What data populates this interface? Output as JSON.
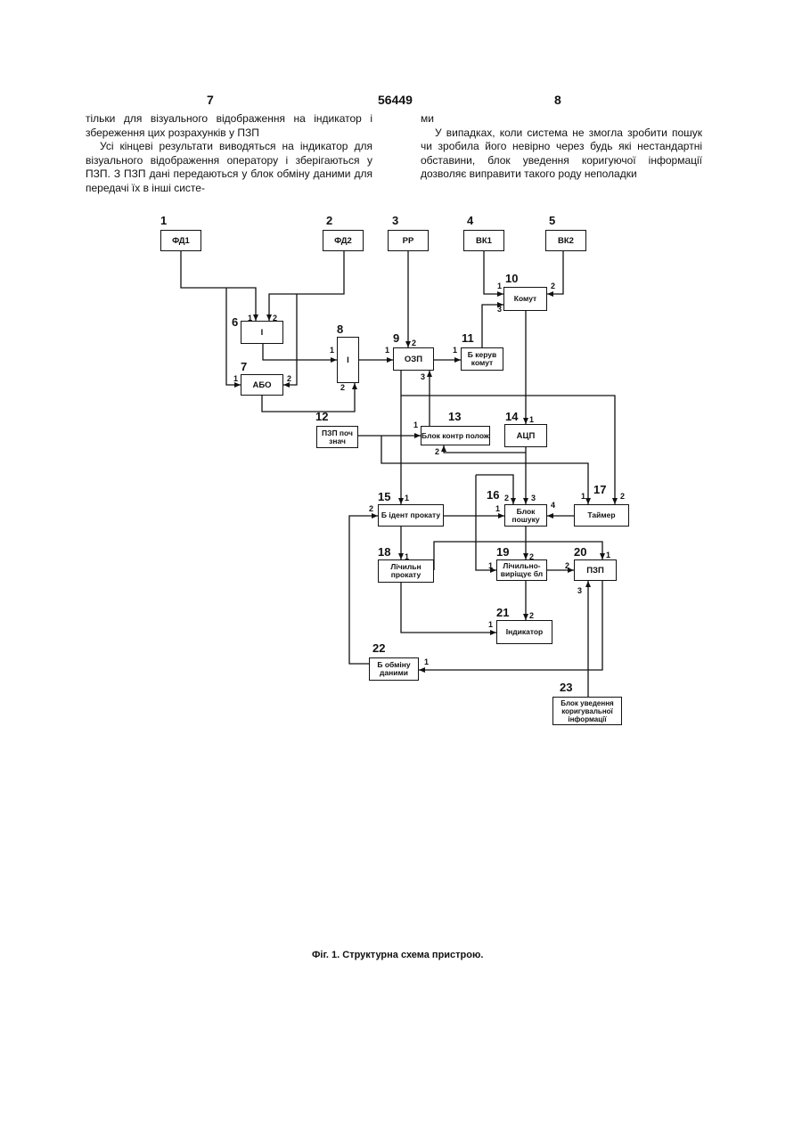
{
  "header": {
    "left_page": "7",
    "patent_no": "56449",
    "right_page": "8"
  },
  "left_column": {
    "p1": "тільки для візуального відображення на індикатор і збереження цих розрахунків у ПЗП",
    "p2": "Усі кінцеві результати виводяться на індикатор для візуального відображення оператору і зберігаються у ПЗП. З ПЗП дані передаються у блок обміну даними для передачі їх в інші систе-"
  },
  "right_column": {
    "p1": "ми",
    "p2": "У випадках, коли система не змогла зробити пошук чи зробила його невірно через будь які нестандартні обставини, блок уведення коригуючої інформації дозволяє виправити такого роду неполадки"
  },
  "diagram": {
    "blocks": [
      {
        "num": "1",
        "label": "ФД1"
      },
      {
        "num": "2",
        "label": "ФД2"
      },
      {
        "num": "3",
        "label": "РР"
      },
      {
        "num": "4",
        "label": "ВК1"
      },
      {
        "num": "5",
        "label": "ВК2"
      },
      {
        "num": "6",
        "label": "І"
      },
      {
        "num": "7",
        "label": "АБО"
      },
      {
        "num": "8",
        "label": "І"
      },
      {
        "num": "9",
        "label": "ОЗП"
      },
      {
        "num": "10",
        "label": "Комут"
      },
      {
        "num": "11",
        "label": "Б керув комут"
      },
      {
        "num": "12",
        "label": "ПЗП поч знач"
      },
      {
        "num": "13",
        "label": "Блок контр полож"
      },
      {
        "num": "14",
        "label": "АЦП"
      },
      {
        "num": "15",
        "label": "Б ідент прокату"
      },
      {
        "num": "16",
        "label": "Блок пошуку"
      },
      {
        "num": "17",
        "label": "Таймер"
      },
      {
        "num": "18",
        "label": "Лічильн прокату"
      },
      {
        "num": "19",
        "label": "Лічильно-виріщує бл"
      },
      {
        "num": "20",
        "label": "ПЗП"
      },
      {
        "num": "21",
        "label": "Індикатор"
      },
      {
        "num": "22",
        "label": "Б обміну даними"
      },
      {
        "num": "23",
        "label": "Блок уведення коригувальної інформації"
      }
    ],
    "caption": "Фіг. 1. Структурна схема пристрою."
  }
}
